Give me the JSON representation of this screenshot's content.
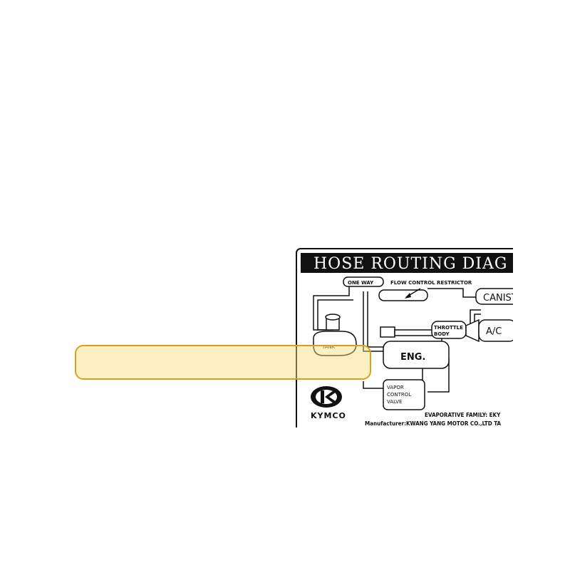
{
  "label": {
    "title": "HOSE ROUTING DIAG",
    "one_way": "ONE WAY",
    "flow_restrictor": "FLOW CONTROL RESTRICTOR",
    "canister": "CANIST",
    "throttle_body_line1": "THROTTLE",
    "throttle_body_line2": "BODY",
    "ac": "A/C",
    "tank": "TANK",
    "engine": "ENG.",
    "vapor_line1": "VAPOR",
    "vapor_line2": "CONTROL",
    "vapor_line3": "VALVE",
    "brand": "KYMCO",
    "evaporative_family": "EVAPORATIVE FAMILY: EKY",
    "manufacturer": "Manufacturer:KWANG YANG MOTOR CO.,LTD TA"
  },
  "highlight": {
    "color": "#f7de78",
    "border_color": "#d9a01c"
  }
}
